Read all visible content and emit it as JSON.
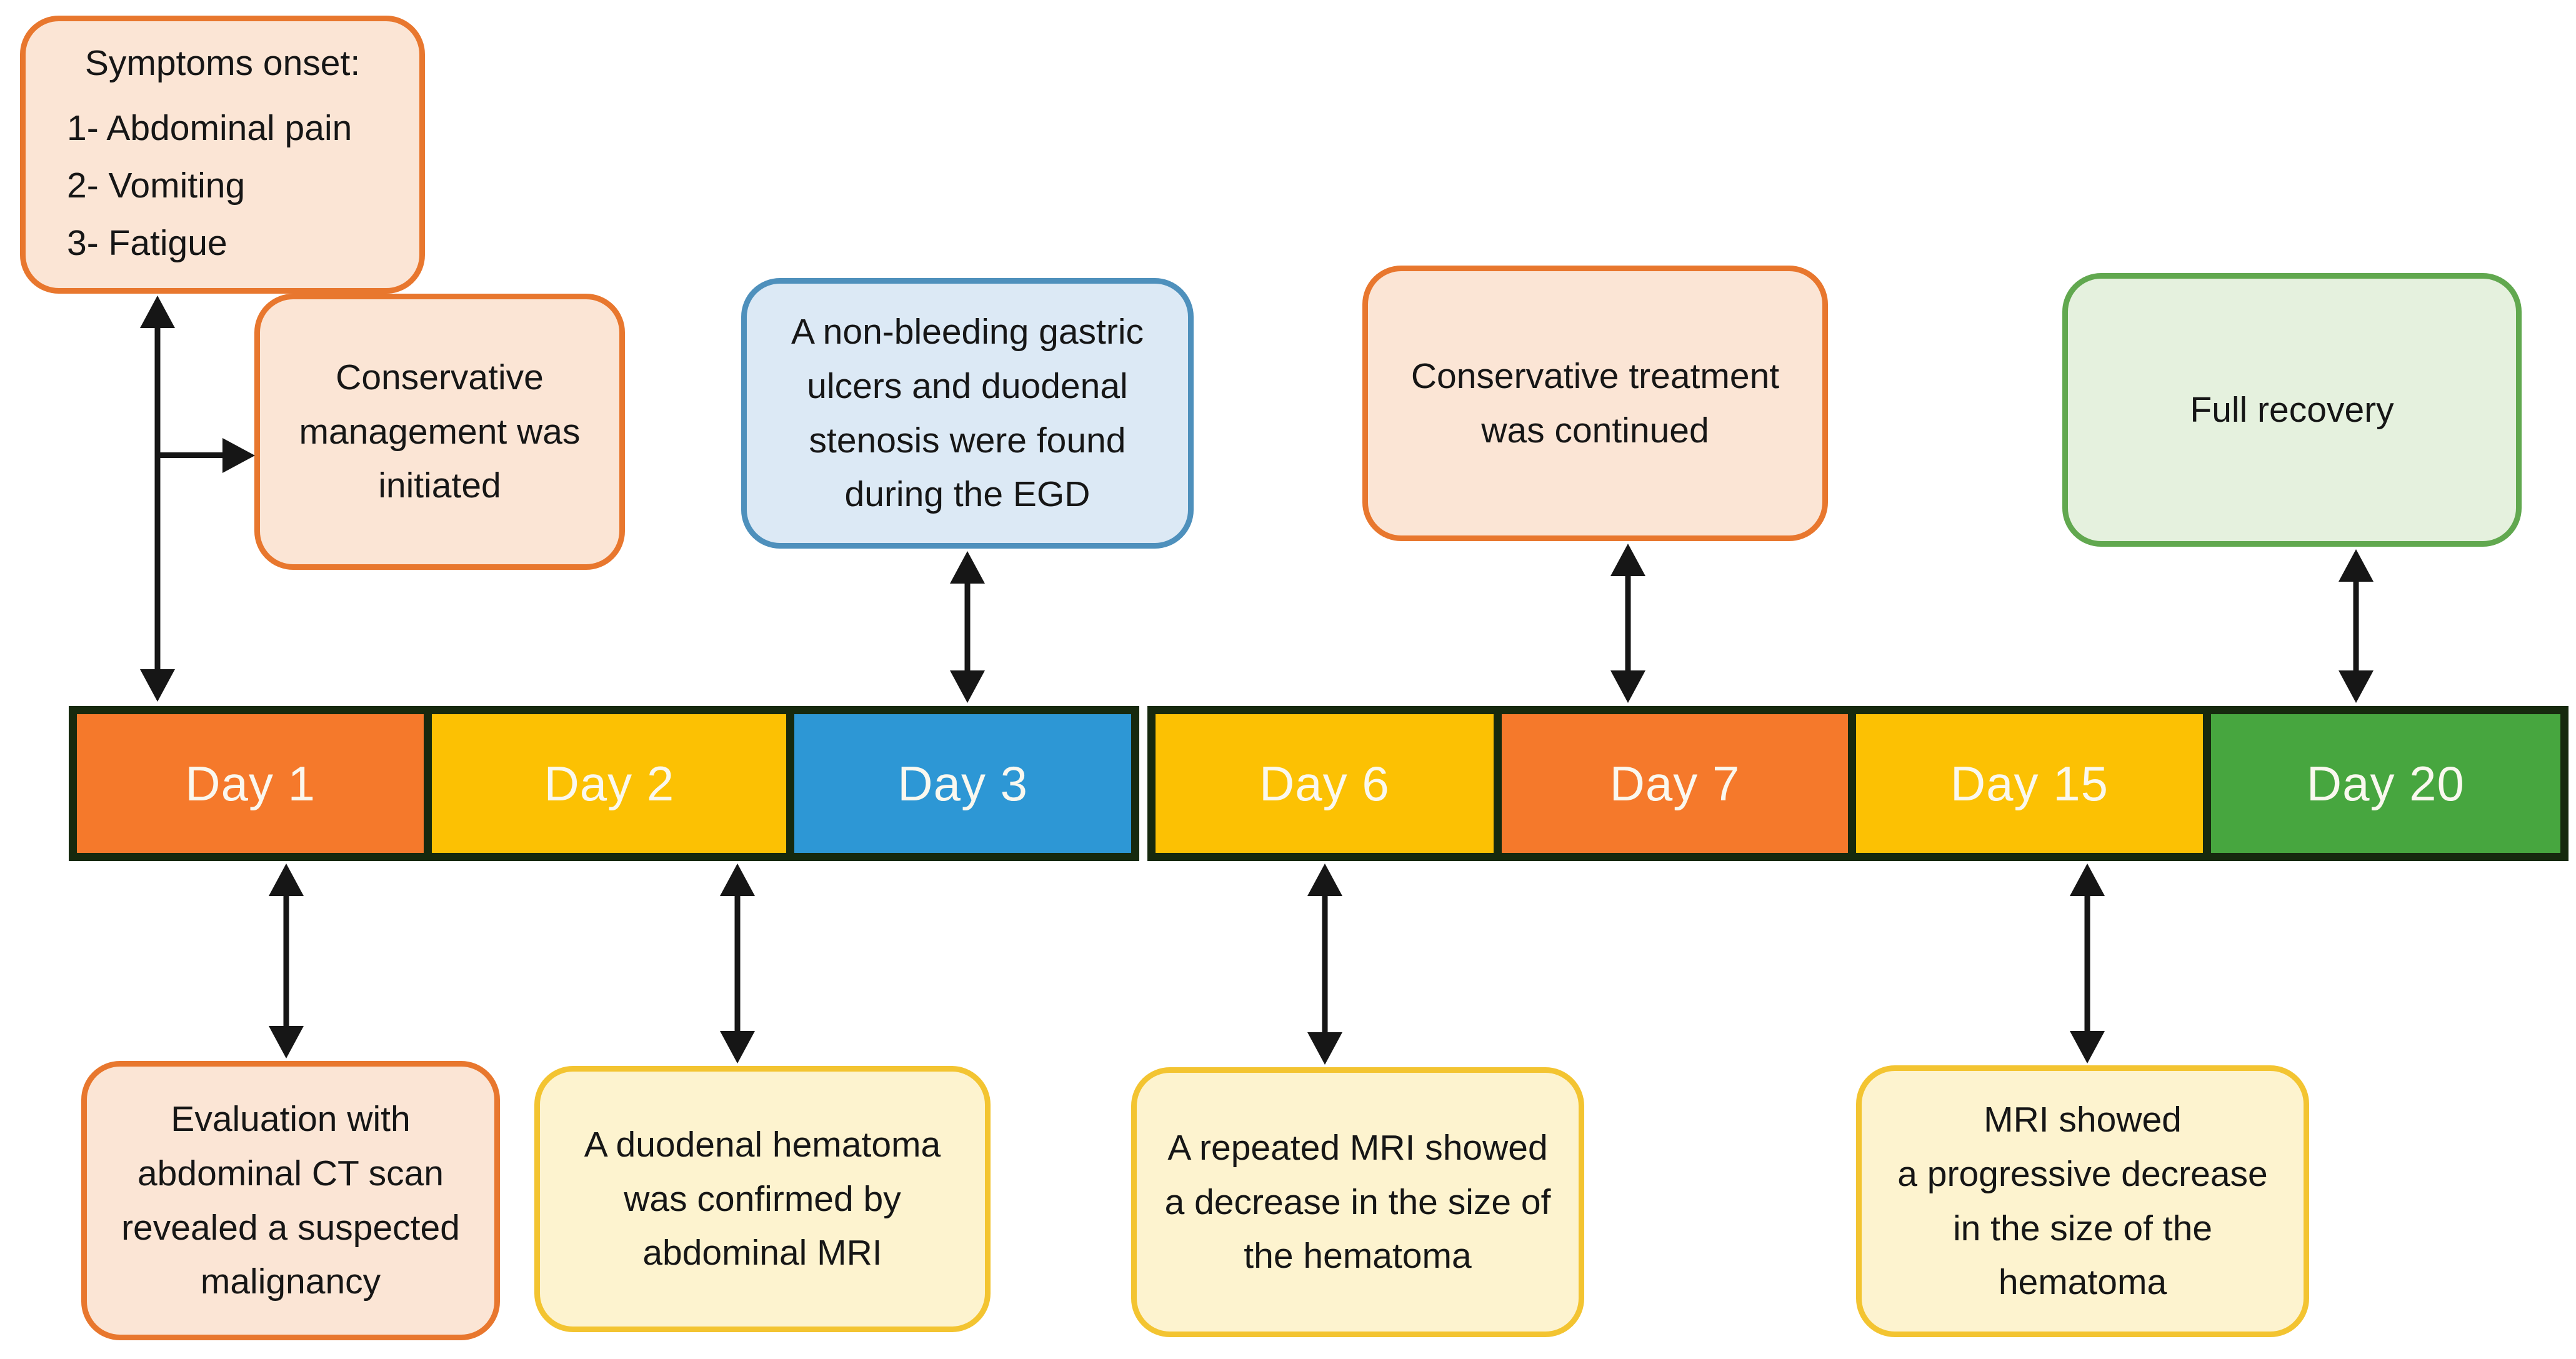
{
  "diagram": {
    "top_boxes": {
      "symptoms": {
        "title": "Symptoms onset:",
        "items": [
          "1- Abdominal pain",
          "2- Vomiting",
          "3- Fatigue"
        ]
      },
      "conservative_management": "Conservative\nmanagement was\ninitiated",
      "egd_findings": "A non-bleeding gastric\nulcers and duodenal\nstenosis were found\nduring the  EGD",
      "conservative_treatment": "Conservative treatment\nwas continued",
      "full_recovery": "Full recovery"
    },
    "timeline": {
      "groups": [
        {
          "segments": [
            {
              "label": "Day 1",
              "color": "#F5792B"
            },
            {
              "label": "Day 2",
              "color": "#FCC103"
            },
            {
              "label": "Day 3",
              "color": "#2D97D5"
            }
          ]
        },
        {
          "segments": [
            {
              "label": "Day 6",
              "color": "#FCC103"
            },
            {
              "label": "Day 7",
              "color": "#F5792B"
            },
            {
              "label": "Day 15",
              "color": "#FCC103"
            },
            {
              "label": "Day 20",
              "color": "#47A63F"
            }
          ]
        }
      ],
      "bar_border_color": "#16290E",
      "day_label_color": "#FAF8EF"
    },
    "bottom_boxes": {
      "ct_scan": "Evaluation with\nabdominal CT scan\nrevealed a suspected\nmalignancy",
      "mri_confirmation": "A duodenal hematoma\nwas confirmed by\nabdominal MRI",
      "repeat_mri": "A repeated MRI showed\na decrease in the size of\nthe hematoma",
      "progressive_mri": "MRI showed\na progressive decrease\nin the size of the\nhematoma"
    },
    "styles": {
      "peach_fill": "#FBE5D5",
      "orange_border": "#E8772E",
      "blue_fill": "#DCE9F5",
      "blue_border": "#4E90BC",
      "gold_fill": "#FDF3CF",
      "gold_border": "#F3C431",
      "green_fill": "#E5F1DE",
      "green_border": "#61A84F",
      "arrow_color": "#161616",
      "text_color": "#161616",
      "background": "#FFFFFF"
    }
  }
}
